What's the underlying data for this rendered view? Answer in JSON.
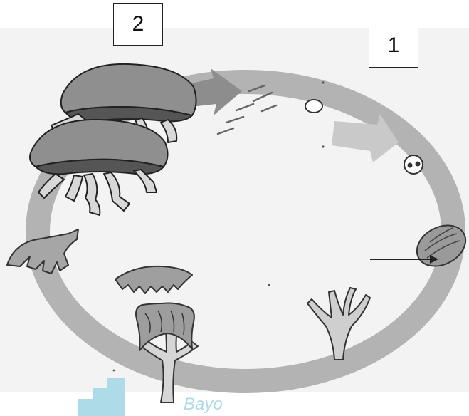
{
  "labels": {
    "box_1": "1",
    "box_2": "2"
  },
  "watermark": "Bayo",
  "colors": {
    "background": "#f3f3f3",
    "cycle_ring": "#b3b3b3",
    "arrow_dark": "#8d8d8d",
    "arrow_light": "#c9c9c9",
    "watermark": "#aedbe8",
    "ink": "#222222"
  },
  "stages": [
    {
      "name": "adult-medusa"
    },
    {
      "name": "egg"
    },
    {
      "name": "planula-larva"
    },
    {
      "name": "attached-larva"
    },
    {
      "name": "polyp"
    },
    {
      "name": "strobila"
    },
    {
      "name": "ephyra"
    },
    {
      "name": "young-medusa"
    }
  ]
}
